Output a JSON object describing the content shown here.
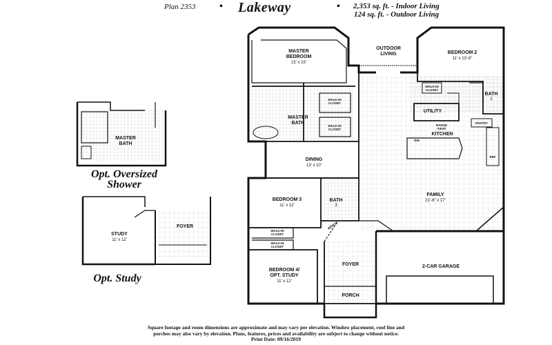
{
  "header": {
    "plan": "Plan 2353",
    "bullet": "•",
    "name": "Lakeway",
    "indoor": "2,353 sq. ft. - Indoor Living",
    "outdoor": "124 sq. ft. - Outdoor Living"
  },
  "rooms": {
    "master_bedroom": {
      "label1": "MASTER",
      "label2": "BEDROOM",
      "dims": "15' x 15'"
    },
    "outdoor_living": {
      "label1": "OUTDOOR",
      "label2": "LIVING"
    },
    "bedroom2": {
      "label": "BEDROOM 2",
      "dims": "11' x 13'-6\""
    },
    "walkin_closet_b2": {
      "label1": "WALK-IN",
      "label2": "CLOSET"
    },
    "bath2": {
      "label1": "BATH",
      "label2": "2"
    },
    "master_bath": {
      "label1": "MASTER",
      "label2": "BATH"
    },
    "walkin_closet_m1": {
      "label1": "WALK-IN",
      "label2": "CLOSET"
    },
    "walkin_closet_m2": {
      "label1": "WALK-IN",
      "label2": "CLOSET"
    },
    "utility": {
      "label": "UTILITY"
    },
    "pantry": {
      "label": "PANTRY"
    },
    "range_vent": {
      "label1": "RANGE",
      "label2": "/VENT"
    },
    "kitchen": {
      "label": "KITCHEN"
    },
    "dw": {
      "label": "DW"
    },
    "ref": {
      "label": "REF"
    },
    "dining": {
      "label": "DINING",
      "dims": "13' x 10'"
    },
    "family": {
      "label": "FAMILY",
      "dims": "21'-6\" x 17'"
    },
    "bedroom3": {
      "label": "BEDROOM 3",
      "dims": "11' x 12'"
    },
    "bath3": {
      "label1": "BATH",
      "label2": "3"
    },
    "walkin_closet_b3": {
      "label1": "WALK-IN",
      "label2": "CLOSET"
    },
    "walkin_closet_b4": {
      "label1": "WALK-IN",
      "label2": "CLOSET"
    },
    "bench": {
      "label": "BENCH"
    },
    "bedroom4": {
      "label1": "BEDROOM 4/",
      "label2": "OPT. STUDY",
      "dims": "11' x 12'"
    },
    "foyer": {
      "label": "FOYER"
    },
    "porch": {
      "label": "PORCH"
    },
    "garage": {
      "label": "2-CAR GARAGE"
    }
  },
  "options": {
    "shower": {
      "room_label1": "MASTER",
      "room_label2": "BATH",
      "caption1": "Opt. Oversized",
      "caption2": "Shower"
    },
    "study": {
      "study_label": "STUDY",
      "study_dims": "11' x 12'",
      "foyer_label": "FOYER",
      "caption": "Opt. Study"
    }
  },
  "footer": {
    "line1": "Square footage and room dimensions are approximate and may vary per elevation. Window placement, roof line and",
    "line2": "porches may also vary by elevation. Plans, features, prices and availability are subject to change without notice.",
    "line3": "Print Date: 09/16/2019"
  }
}
